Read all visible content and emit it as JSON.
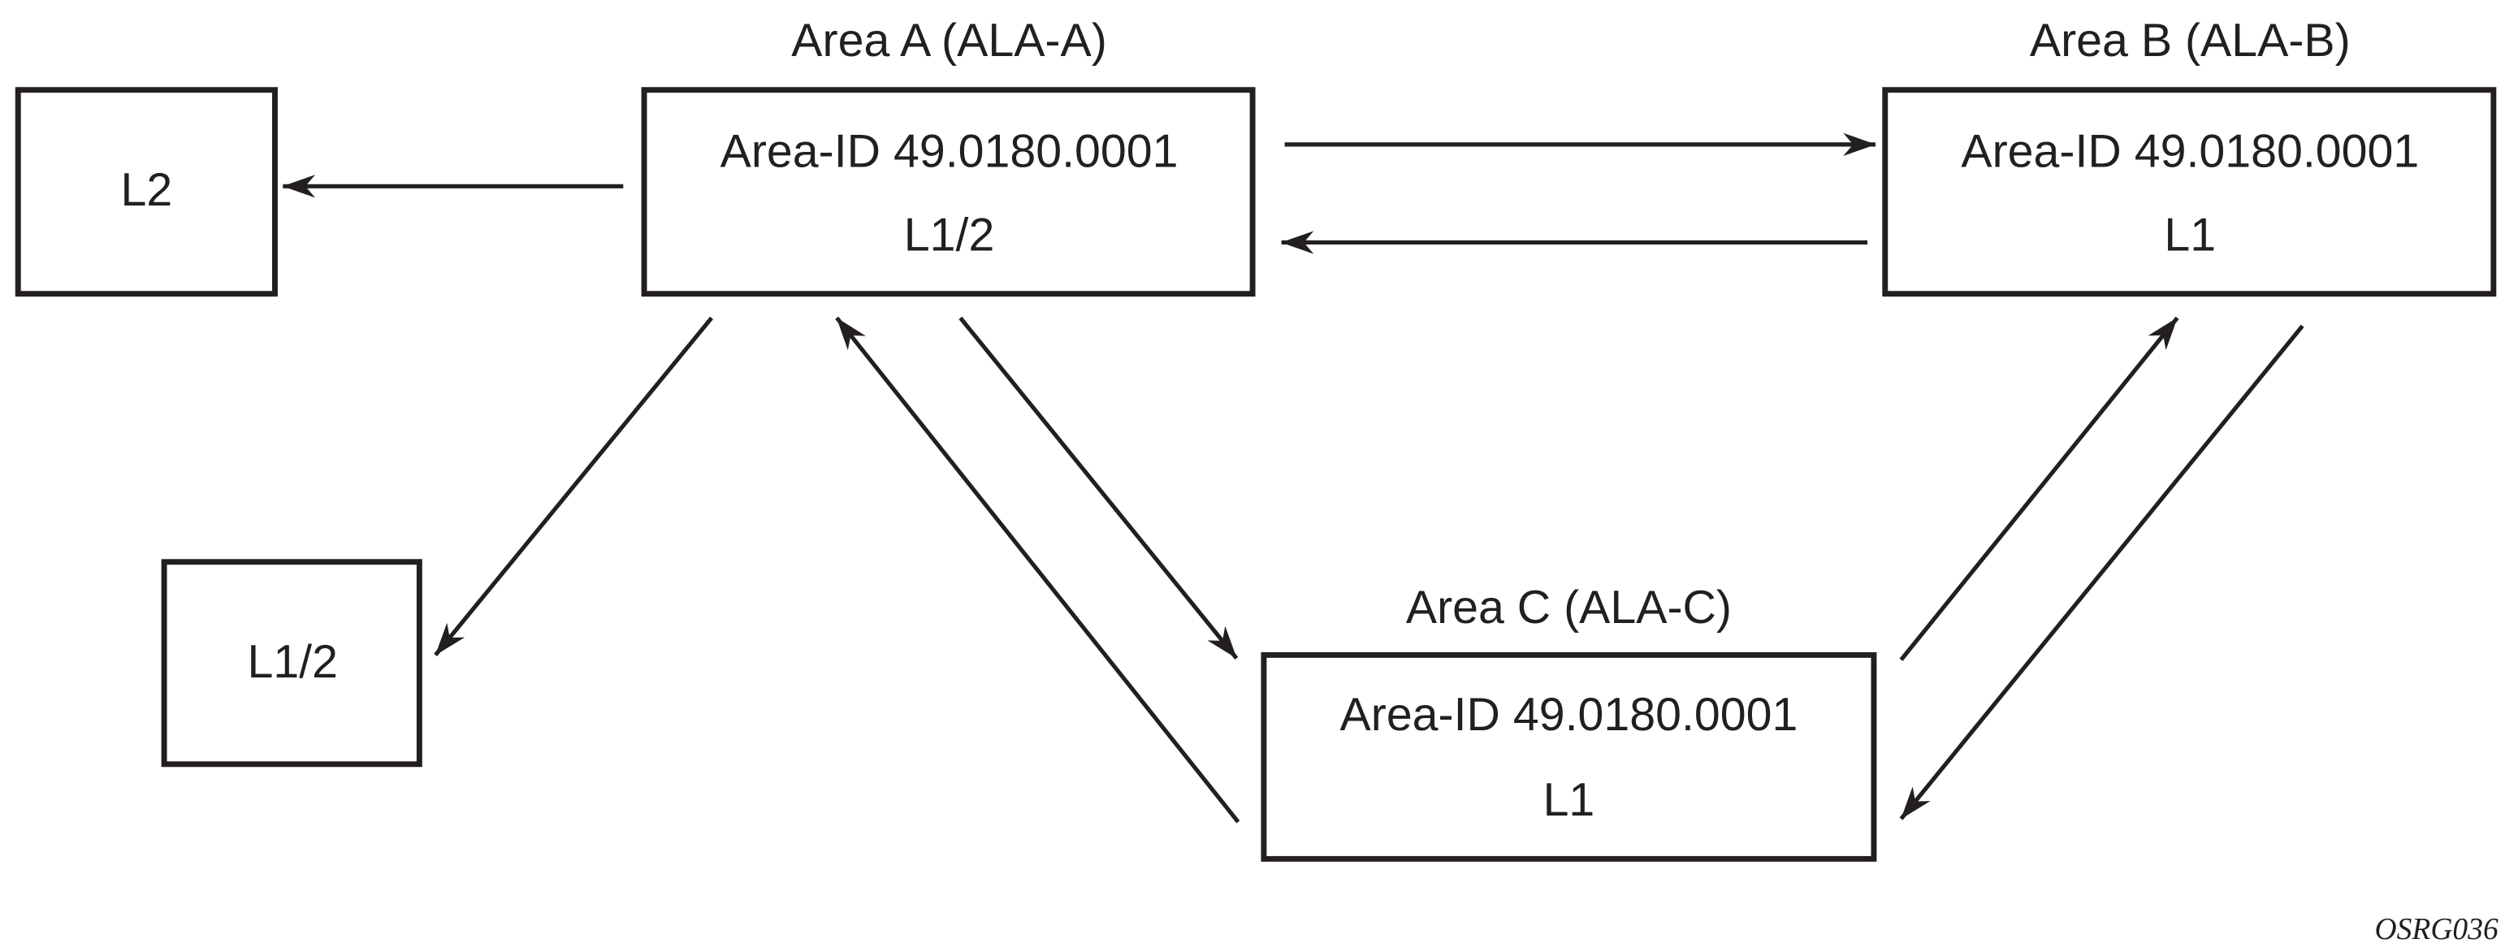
{
  "area_a": {
    "title": "Area A (ALA-A)",
    "area_id": "Area-ID 49.0180.0001",
    "level": "L1/2"
  },
  "area_b": {
    "title": "Area B (ALA-B)",
    "area_id": "Area-ID 49.0180.0001",
    "level": "L1"
  },
  "area_c": {
    "title": "Area C (ALA-C)",
    "area_id": "Area-ID 49.0180.0001",
    "level": "L1"
  },
  "node_l2": {
    "level": "L2"
  },
  "node_l12": {
    "level": "L1/2"
  },
  "figure_id": "OSRG036",
  "colors": {
    "stroke": "#231f20",
    "background": "#ffffff"
  }
}
